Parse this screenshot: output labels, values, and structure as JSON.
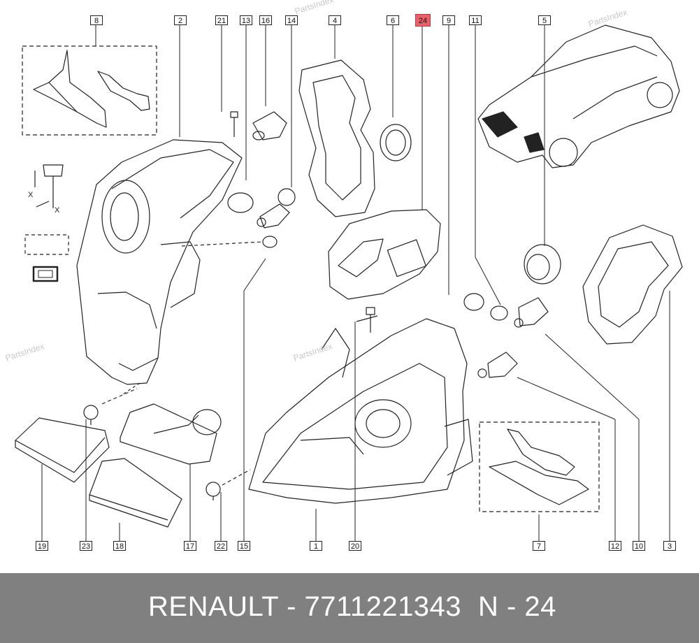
{
  "callouts": {
    "c1": "1",
    "c2": "2",
    "c3": "3",
    "c4": "4",
    "c5": "5",
    "c6": "6",
    "c7": "7",
    "c8": "8",
    "c9": "9",
    "c10": "10",
    "c11": "11",
    "c12": "12",
    "c13": "13",
    "c14": "14",
    "c15": "15",
    "c16": "16",
    "c17": "17",
    "c18": "18",
    "c19": "19",
    "c20": "20",
    "c21": "21",
    "c22": "22",
    "c23": "23",
    "c24": "24"
  },
  "highlight": {
    "color": "#e8616a"
  },
  "legend": {
    "x": "X"
  },
  "watermark": "PartsIndex",
  "footer": {
    "part_label": "RENAULT - 7711221343",
    "position_label": "N - 24",
    "background": "#808080"
  }
}
